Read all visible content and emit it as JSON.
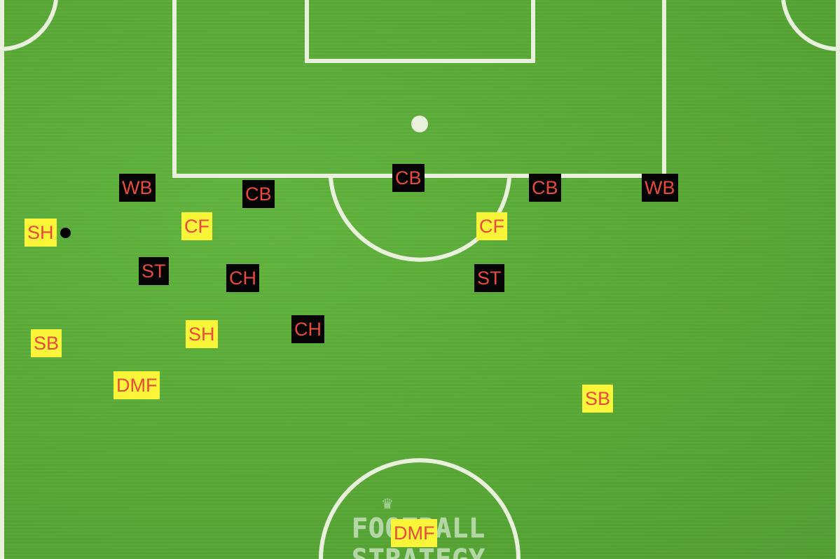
{
  "colors": {
    "grass": "#5aaa38",
    "line": "#e9f1dc",
    "team_dark_bg": "#050505",
    "team_light_bg": "#fbf53a",
    "label_text": "#e84a3c",
    "ball": "#050505"
  },
  "watermark": {
    "icon": "crown-crest-icon",
    "line1": "FOOTBALL",
    "line2": "STRATEGY"
  },
  "dark_team": [
    {
      "label": "WB"
    },
    {
      "label": "CB"
    },
    {
      "label": "CB"
    },
    {
      "label": "CB"
    },
    {
      "label": "WB"
    },
    {
      "label": "ST"
    },
    {
      "label": "CH"
    },
    {
      "label": "ST"
    },
    {
      "label": "CH"
    }
  ],
  "light_team": [
    {
      "label": "SH"
    },
    {
      "label": "CF"
    },
    {
      "label": "CF"
    },
    {
      "label": "SB"
    },
    {
      "label": "SH"
    },
    {
      "label": "DMF"
    },
    {
      "label": "SB"
    },
    {
      "label": "DMF"
    }
  ]
}
